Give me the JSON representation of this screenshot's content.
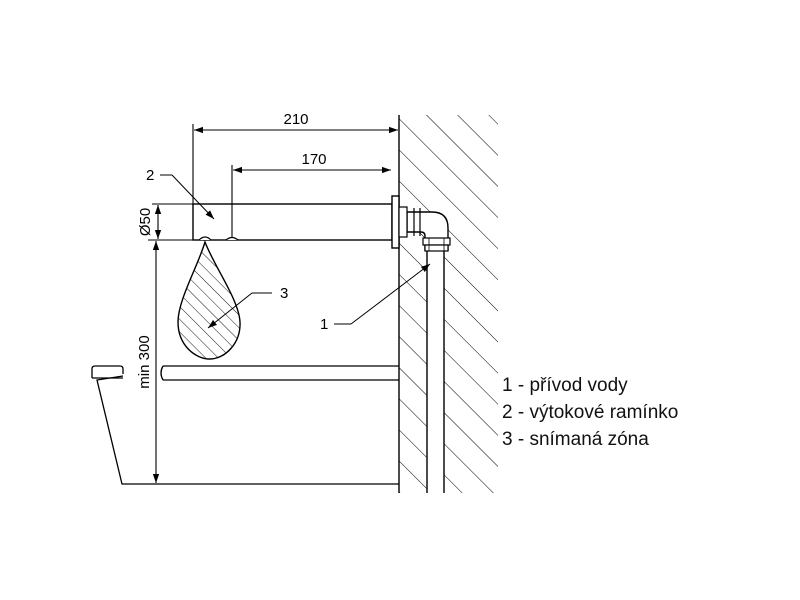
{
  "dimensions": {
    "overall_length": "210",
    "spout_length": "170",
    "diameter": "Ø50",
    "min_height": "min 300"
  },
  "callouts": {
    "supply": "1",
    "spout": "2",
    "zone": "3"
  },
  "legend": [
    {
      "text": "1 - přívod vody"
    },
    {
      "text": "2 - výtokové ramínko"
    },
    {
      "text": "3 - snímaná zóna"
    }
  ],
  "colors": {
    "line": "#000000",
    "background": "#ffffff"
  }
}
